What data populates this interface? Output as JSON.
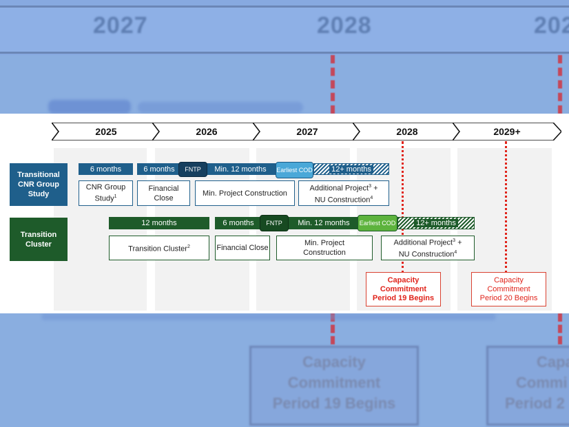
{
  "background": {
    "years": [
      "2027",
      "2028",
      "202"
    ],
    "boxes": [
      {
        "line1": "Capacity",
        "line2": "Commitment",
        "line3": "Period 19  Begins"
      },
      {
        "line1": "Capa",
        "line2": "Commi",
        "line3": "Period 2"
      }
    ]
  },
  "timeline": {
    "years": [
      "2025",
      "2026",
      "2027",
      "2028",
      "2029+"
    ]
  },
  "rows": {
    "cnr": {
      "label": "Transitional CNR Group Study",
      "color": "#1f5f8b",
      "bars": {
        "six_a": "6 months",
        "six_b": "6 months",
        "fntp": "FNTP",
        "min12": "Min. 12 months",
        "earliest_cod": "Earliest COD",
        "twelve_plus": "12+ months"
      },
      "boxes": {
        "study": "CNR Group Study",
        "study_sup": "1",
        "financial": "Financial Close",
        "min_project": "Min. Project Construction",
        "additional_a": "Additional Project",
        "additional_sup1": "3",
        "additional_b": " + ",
        "nu": "NU Construction",
        "nu_sup": "4"
      }
    },
    "cluster": {
      "label": "Transition Cluster",
      "color": "#1e5b2a",
      "bars": {
        "twelve": "12 months",
        "six": "6 months",
        "fntp": "FNTP",
        "min12": "Min. 12 months",
        "earliest_cod": "Earliest COD",
        "twelve_plus": "12+ months"
      },
      "boxes": {
        "cluster": "Transition Cluster",
        "cluster_sup": "2",
        "financial": "Financial Close",
        "min_project": "Min. Project Construction",
        "additional_a": "Additional Project",
        "additional_sup1": "3",
        "additional_b": " + ",
        "nu": "NU Construction",
        "nu_sup": "4"
      }
    }
  },
  "milestones": [
    {
      "line1": "Capacity",
      "line2": "Commitment",
      "line3": "Period 19  Begins",
      "bold": true
    },
    {
      "line1": "Capacity",
      "line2": "Commitment",
      "line3": "Period 20  Begins",
      "bold": false
    }
  ],
  "colors": {
    "cnr_blue": "#1f5f8b",
    "cnr_light": "#4aa8d8",
    "cluster_green": "#1e5b2a",
    "cluster_light": "#5db33d",
    "milestone_red": "#e0241b"
  }
}
